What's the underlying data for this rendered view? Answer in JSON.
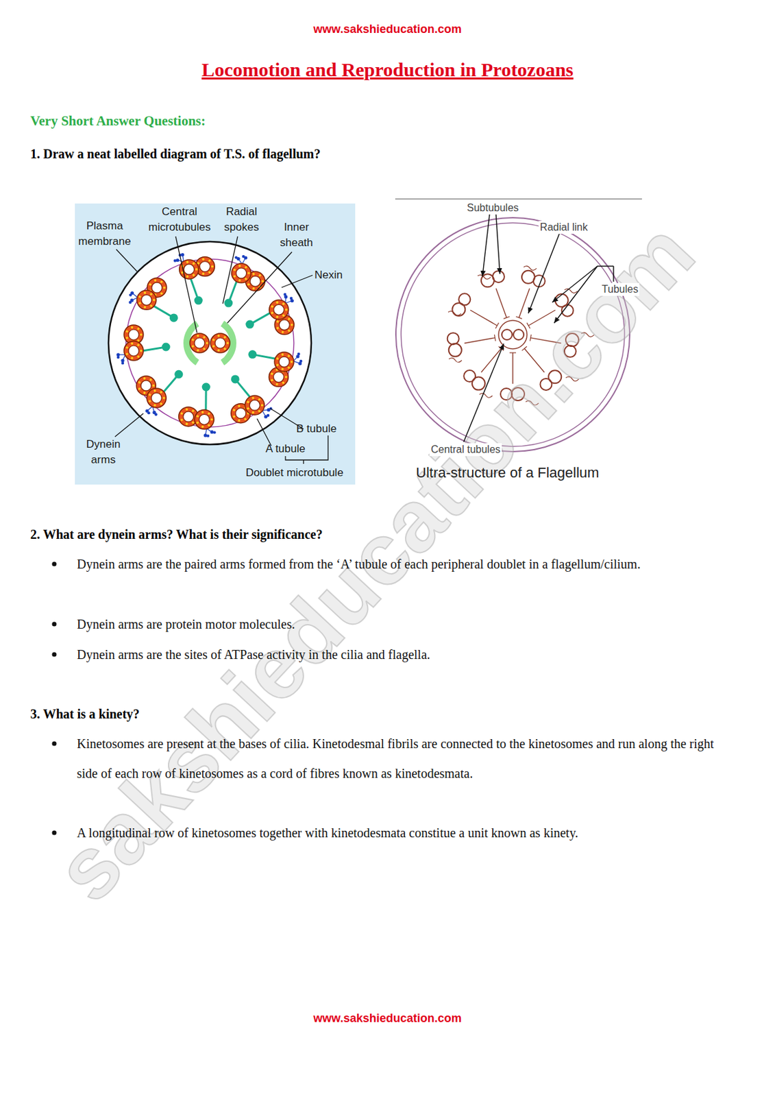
{
  "diagram": {
    "title": "Locomotion and Reproduction in Protozoans",
    "labels": [
      "www.sakshieducation.com",
      "Very Short Answer Questions:",
      "1. Draw a neat labelled diagram of T.S. of flagellum?",
      "Central microtubules",
      "Radial spokes",
      "Plasma membrane",
      "Inner sheath",
      "Nexin",
      "B tubule",
      "A tubule",
      "Doublet microtubule",
      "Dynein arms",
      "Subtubules",
      "Radial link",
      "Tubules",
      "Central tubules",
      "Ultra-structure of a Flagellum",
      "2. What are dynein arms? What is their significance?",
      "Dynein arms are the paired arms formed from the ‘A’ tubule of each peripheral doublet in a flagellum/cilium.",
      "Dynein arms are protein motor molecules.",
      "Dynein arms are the sites of ATPase activity in the cilia and flagella.",
      "3. What is a kinety?",
      "Kinetosomes are present at the bases of cilia. Kinetodesmal fibrils are connected to the kinetosomes and run along the right side of each row of kinetosomes as a cord of fibres known as kinetodesmata.",
      "A longitudinal row of kinetosomes together with kinetodesmata constitue a unit known as kinety.",
      "www.sakshieducation.com",
      "sakshieducation.com"
    ]
  }
}
